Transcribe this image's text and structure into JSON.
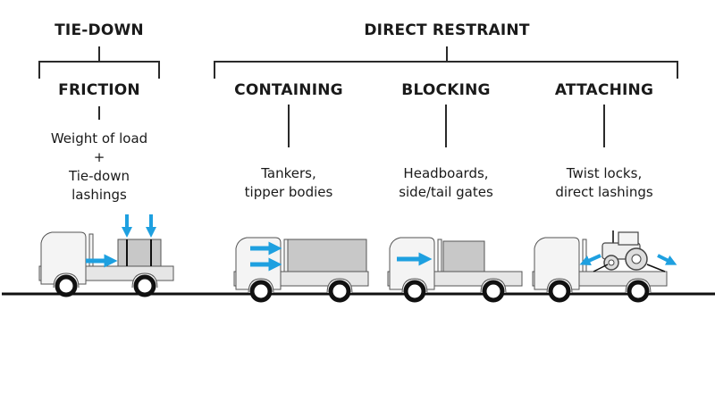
{
  "categories": {
    "tie_down": {
      "title": "TIE-DOWN",
      "methods": [
        {
          "title": "FRICTION",
          "description_lines": [
            "Weight of load",
            "+",
            "Tie-down",
            "lashings"
          ],
          "illustration": "truck-with-lashed-box"
        }
      ]
    },
    "direct_restraint": {
      "title": "DIRECT RESTRAINT",
      "methods": [
        {
          "title": "CONTAINING",
          "description_lines": [
            "Tankers,",
            "tipper bodies"
          ],
          "illustration": "tipper-truck"
        },
        {
          "title": "BLOCKING",
          "description_lines": [
            "Headboards,",
            "side/tail gates"
          ],
          "illustration": "truck-with-headboard-block"
        },
        {
          "title": "ATTACHING",
          "description_lines": [
            "Twist locks,",
            "direct lashings"
          ],
          "illustration": "truck-carrying-tractor"
        }
      ]
    }
  },
  "colors": {
    "arrow": "#1ea0e0",
    "line": "#222222",
    "truck_body": "#e6e6e6",
    "load": "#c8c8c8"
  }
}
